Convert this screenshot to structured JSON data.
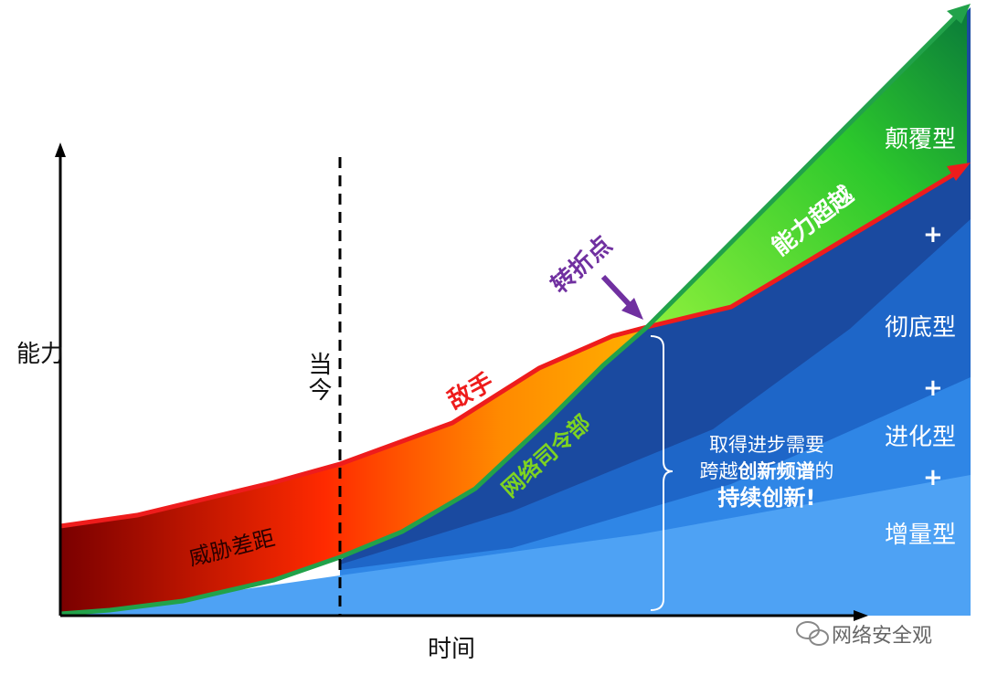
{
  "axes": {
    "y_label": "能力",
    "x_label": "时间"
  },
  "now_label": "当今",
  "adversary_label": "敌手",
  "command_label": "网络司令部",
  "gap_label": "威胁差距",
  "overtake_label": "能力超越",
  "turning_point_label": "转折点",
  "tiers": [
    "颠覆型",
    "彻底型",
    "进化型",
    "增量型"
  ],
  "plus_sign": "+",
  "note": {
    "line1": "取得进步需要",
    "line2_prefix": "跨越",
    "line2_bold": "创新频谱",
    "line2_suffix": "的",
    "line3": "持续创新!"
  },
  "watermark": "网络安全观",
  "colors": {
    "adversary": "#ee1c1c",
    "command": "#22a24a",
    "turning_arrow": "#7030a0",
    "command_text": "#7ed321"
  }
}
